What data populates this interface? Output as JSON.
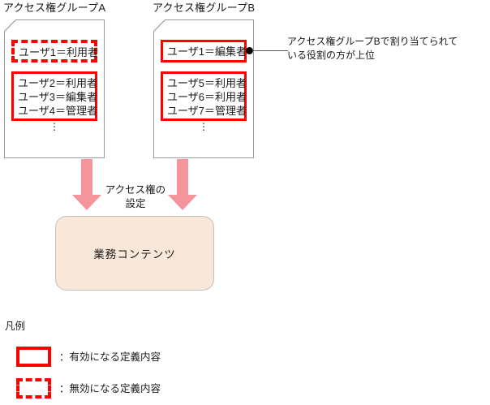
{
  "groups": [
    {
      "title": "アクセス権グループA",
      "disabled_entry": {
        "lines": [
          "ユーザ1＝利用者"
        ]
      },
      "enabled_entry": {
        "lines": [
          "ユーザ2＝利用者",
          "ユーザ3＝編集者",
          "ユーザ4＝管理者"
        ]
      },
      "ellipsis": "⋮"
    },
    {
      "title": "アクセス権グループB",
      "highlight_entry": {
        "lines": [
          "ユーザ1＝編集者"
        ]
      },
      "enabled_entry": {
        "lines": [
          "ユーザ5＝利用者",
          "ユーザ6＝利用者",
          "ユーザ7＝管理者"
        ]
      },
      "ellipsis": "⋮"
    }
  ],
  "callout": {
    "line1": "アクセス権グループBで割り当てられて",
    "line2": "いる役割の方が上位"
  },
  "flow": {
    "caption_line1": "アクセス権の",
    "caption_line2": "設定",
    "target_label": "業務コンテンツ"
  },
  "legend": {
    "title": "凡例",
    "items": [
      {
        "style": "solid",
        "text": "：有効になる定義内容"
      },
      {
        "style": "dashed",
        "text": "：無効になる定義内容"
      }
    ]
  },
  "colors": {
    "red": "#ff0000",
    "arrow": "#f3959b",
    "content_fill": "#f9e8da",
    "content_border": "#c9c0b8",
    "doc_border": "#9b9b9b",
    "text": "#1a1a1a"
  }
}
